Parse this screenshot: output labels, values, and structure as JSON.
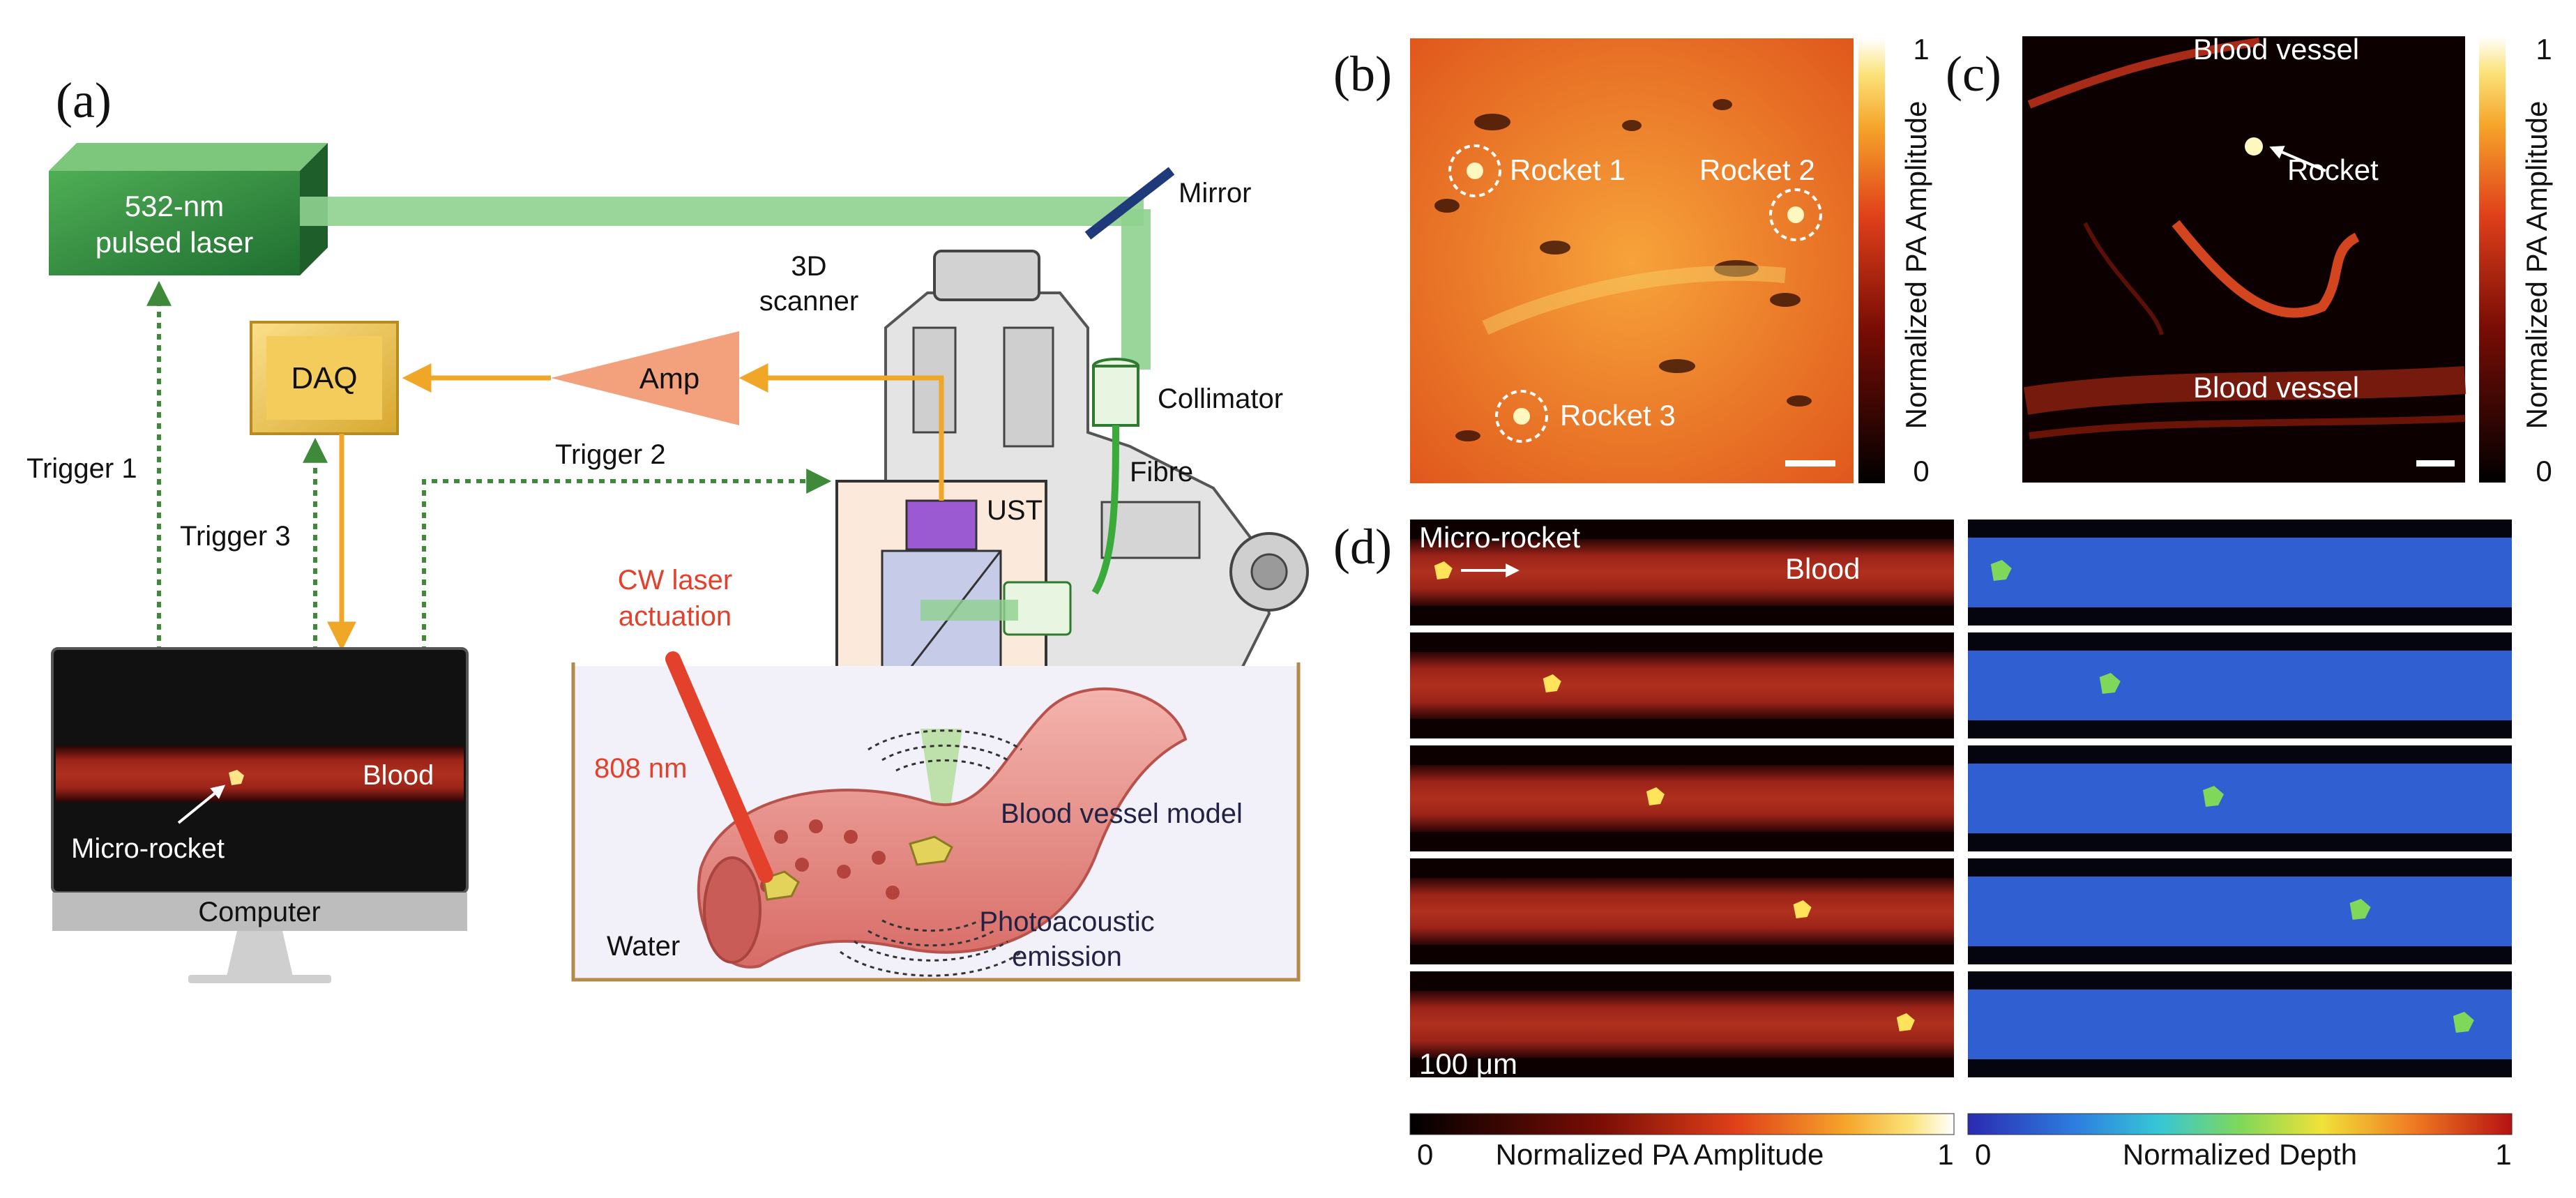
{
  "panel_a": {
    "label": "(a)",
    "laser": {
      "line1": "532-nm",
      "line2": "pulsed laser"
    },
    "mirror": "Mirror",
    "scanner": {
      "line1": "3D",
      "line2": "scanner"
    },
    "daq": "DAQ",
    "amp": "Amp",
    "collimator": "Collimator",
    "fibre": "Fibre",
    "ust": "UST",
    "trigger1": "Trigger 1",
    "trigger2": "Trigger 2",
    "trigger3": "Trigger 3",
    "cw": {
      "line1": "CW laser",
      "line2": "actuation"
    },
    "wavelength": "808 nm",
    "vessel_model": "Blood vessel model",
    "emission": {
      "line1": "Photoacoustic",
      "line2": "emission"
    },
    "water": "Water",
    "screen_blood": "Blood",
    "screen_rocket": "Micro-rocket",
    "computer": "Computer"
  },
  "panel_b": {
    "label": "(b)",
    "rockets": [
      "Rocket 1",
      "Rocket 2",
      "Rocket 3"
    ],
    "colorbar": {
      "title": "Normalized PA Amplitude",
      "min": "0",
      "max": "1"
    }
  },
  "panel_c": {
    "label": "(c)",
    "vessel_top": "Blood vessel",
    "rocket": "Rocket",
    "vessel_bottom": "Blood vessel",
    "colorbar": {
      "title": "Normalized PA Amplitude",
      "min": "0",
      "max": "1"
    }
  },
  "panel_d": {
    "label": "(d)",
    "micro_rocket": "Micro-rocket",
    "blood": "Blood",
    "scale": "100 μm",
    "rocket_progress": [
      0.06,
      0.26,
      0.45,
      0.72,
      0.91
    ],
    "colorbar_pa": {
      "title": "Normalized PA Amplitude",
      "min": "0",
      "max": "1"
    },
    "colorbar_depth": {
      "title": "Normalized Depth",
      "min": "0",
      "max": "1"
    }
  },
  "colors": {
    "laser_green": "#2e8b3e",
    "beam_green": "#8fd18f",
    "daq_gold": "#f3cc5c",
    "amp_salmon": "#f3a07c",
    "signal_orange": "#f0a626",
    "trigger_green": "#3f8a3a",
    "cw_red": "#e4412c",
    "mirror_navy": "#1f3a7a"
  }
}
